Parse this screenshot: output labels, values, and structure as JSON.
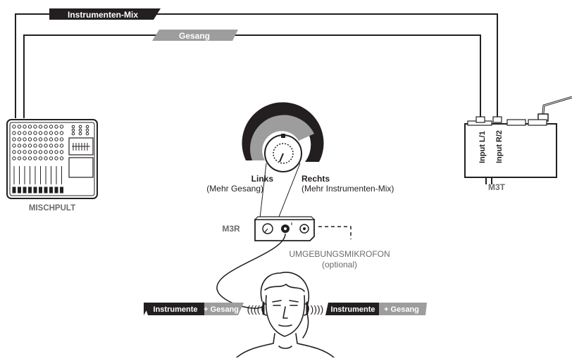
{
  "signals": {
    "instrument_mix": "Instrumenten-Mix",
    "vocals": "Gesang"
  },
  "mixer": {
    "label": "MISCHPULT"
  },
  "transmitter": {
    "label": "M3T",
    "input_left": "Input L/1",
    "input_right": "Input R/2"
  },
  "knob": {
    "left_title": "Links",
    "left_sub": "(Mehr Gesang)",
    "right_title": "Rechts",
    "right_sub": "(Mehr Instrumenten-Mix)"
  },
  "receiver": {
    "label": "M3R"
  },
  "ambient_mic": {
    "label": "UMGEBUNGSMIKROFON",
    "sub": "(optional)"
  },
  "headphones": {
    "left_part1": "Instrumente",
    "left_part2": "+ Gesang",
    "right_part1": "Instrumente",
    "right_part2": "+ Gesang",
    "sound_left": "((((",
    "sound_right": "))))"
  },
  "colors": {
    "dark": "#231f20",
    "gray": "#9d9d9d",
    "mid": "#6b6b6b"
  }
}
